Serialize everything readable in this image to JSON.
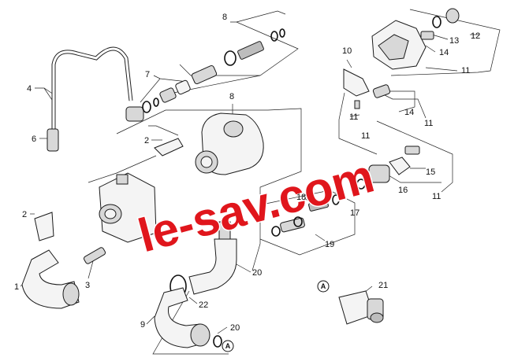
{
  "diagram": {
    "callouts": [
      {
        "id": "c8a",
        "text": "8"
      },
      {
        "id": "c7",
        "text": "7"
      },
      {
        "id": "c4",
        "text": "4"
      },
      {
        "id": "c6",
        "text": "6"
      },
      {
        "id": "c8b",
        "text": "8"
      },
      {
        "id": "c2a",
        "text": "2"
      },
      {
        "id": "c2b",
        "text": "2"
      },
      {
        "id": "c1",
        "text": "1"
      },
      {
        "id": "c3",
        "text": "3"
      },
      {
        "id": "c9",
        "text": "9"
      },
      {
        "id": "c20a",
        "text": "20"
      },
      {
        "id": "c22",
        "text": "22"
      },
      {
        "id": "c20b",
        "text": "20"
      },
      {
        "id": "c10",
        "text": "10"
      },
      {
        "id": "c11a",
        "text": "11"
      },
      {
        "id": "c12",
        "text": "12"
      },
      {
        "id": "c13",
        "text": "13"
      },
      {
        "id": "c14a",
        "text": "14"
      },
      {
        "id": "c11b",
        "text": "11"
      },
      {
        "id": "c14b",
        "text": "14"
      },
      {
        "id": "c11c",
        "text": "11"
      },
      {
        "id": "c11d",
        "text": "11"
      },
      {
        "id": "c15",
        "text": "15"
      },
      {
        "id": "c16",
        "text": "16"
      },
      {
        "id": "c11e",
        "text": "11"
      },
      {
        "id": "c18",
        "text": "18"
      },
      {
        "id": "c17",
        "text": "17"
      },
      {
        "id": "c19",
        "text": "19"
      },
      {
        "id": "c21",
        "text": "21"
      }
    ],
    "badge_letter": "A"
  },
  "watermark": "le-sav.com",
  "colors": {
    "watermark": "#e0161c",
    "line": "#222222"
  }
}
